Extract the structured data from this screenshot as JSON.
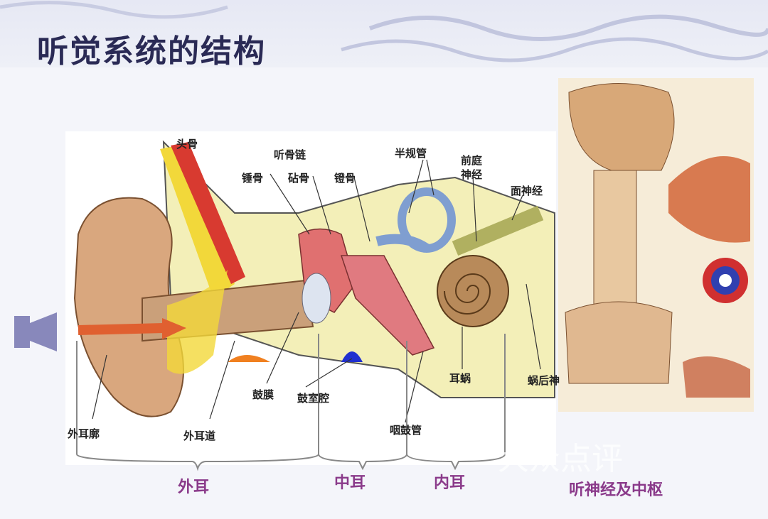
{
  "slide": {
    "title": "听觉系统的结构"
  },
  "labels": {
    "skull": "头骨",
    "ossicular_chain": "听骨链",
    "malleus": "锤骨",
    "incus": "砧骨",
    "stapes": "镫骨",
    "semicircular_canals": "半规管",
    "vestibular_nerve_1": "前庭",
    "vestibular_nerve_2": "神经",
    "facial_nerve": "面神经",
    "eardrum": "鼓膜",
    "tympanic_cavity": "鼓室腔",
    "cochlea": "耳蜗",
    "retrocochlear_nerve": "蜗后神",
    "auricle": "外耳廓",
    "ear_canal": "外耳道",
    "eustachian_tube": "咽鼓管"
  },
  "sections": {
    "outer": "外耳",
    "middle": "中耳",
    "inner": "内耳",
    "central": "听神经及中枢"
  },
  "watermark": "大众点评",
  "colors": {
    "title": "#2a2a55",
    "section": "#8a3a8a",
    "skin": "#d9a77e",
    "bone": "#f3efb8"
  }
}
